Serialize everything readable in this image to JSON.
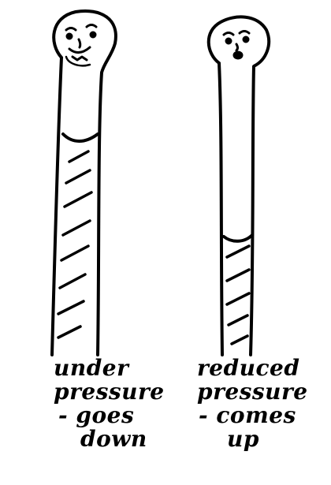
{
  "figure": {
    "left": {
      "caption_line1": "under",
      "caption_line2": "pressure",
      "caption_line3": "- goes",
      "caption_line4": "down"
    },
    "right": {
      "caption_line1": "reduced",
      "caption_line2": "pressure",
      "caption_line3": "- comes",
      "caption_line4": "up"
    },
    "ink_color": "#000000"
  }
}
